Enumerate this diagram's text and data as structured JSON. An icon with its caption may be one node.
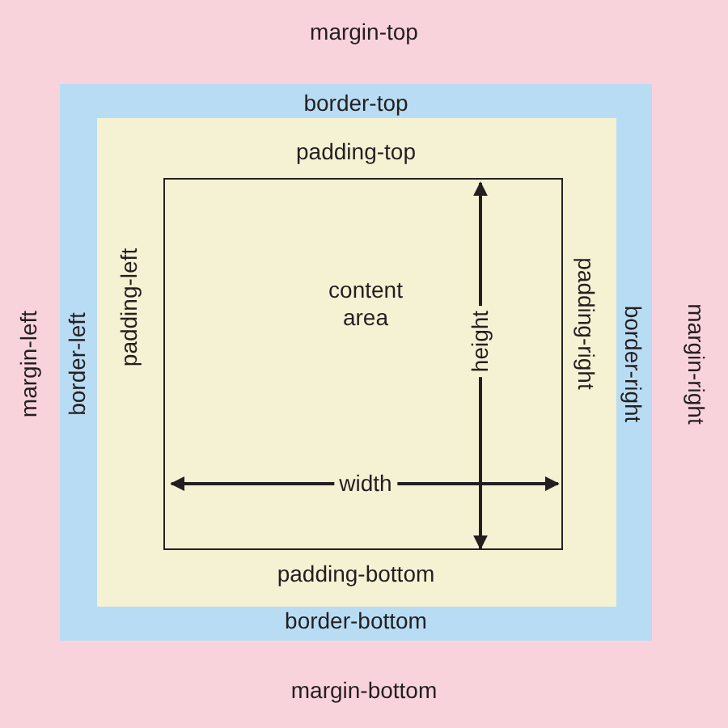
{
  "diagram": {
    "nodes": [
      {
        "text": [
          "margin-top",
          "margin-left",
          "margin-right",
          "margin-bottom"
        ]
      },
      {
        "text": [
          "border-top",
          "border-left",
          "border-right",
          "border-bottom"
        ],
        "in": 0
      },
      {
        "text": [
          "padding-top",
          "padding-left",
          "padding-right",
          "padding-bottom"
        ],
        "in": 1
      },
      {
        "text": [
          "content area"
        ],
        "in": 2
      }
    ],
    "labels": [
      "width",
      "height"
    ]
  }
}
